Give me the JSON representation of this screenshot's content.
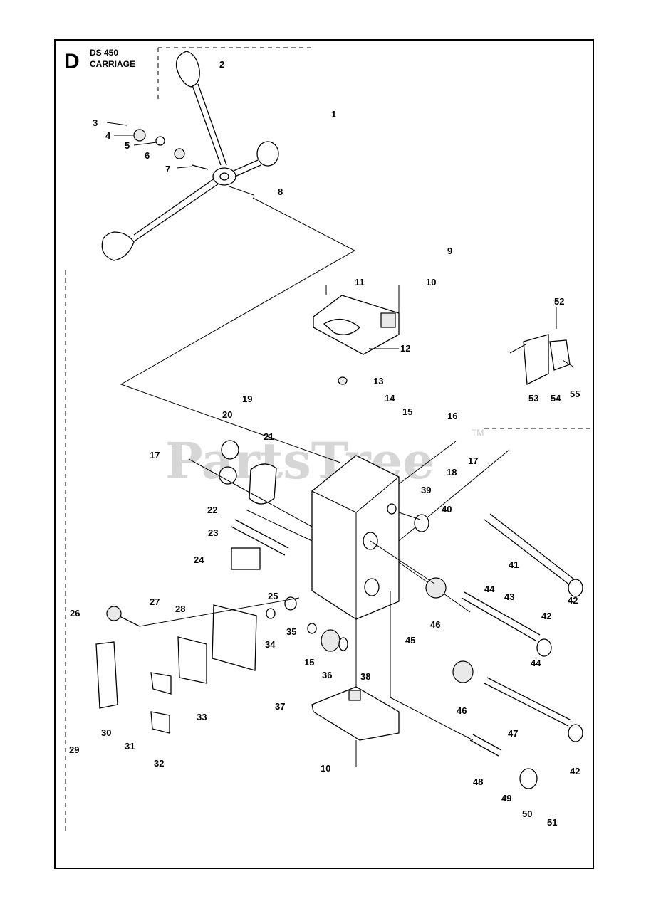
{
  "header": {
    "section_letter": "D",
    "model": "DS 450",
    "assembly": "CARRIAGE"
  },
  "watermark": {
    "text": "PartsTree",
    "tm": "TM"
  },
  "callouts": [
    "1",
    "2",
    "3",
    "4",
    "5",
    "6",
    "7",
    "8",
    "9",
    "10",
    "11",
    "12",
    "13",
    "14",
    "15",
    "16",
    "17",
    "18",
    "19",
    "20",
    "21",
    "22",
    "23",
    "24",
    "25",
    "26",
    "27",
    "28",
    "29",
    "30",
    "31",
    "32",
    "33",
    "34",
    "35",
    "36",
    "37",
    "38",
    "39",
    "40",
    "41",
    "42",
    "43",
    "44",
    "45",
    "46",
    "47",
    "48",
    "49",
    "50",
    "51",
    "52",
    "53",
    "54",
    "55",
    "10",
    "15",
    "17",
    "42",
    "42",
    "44",
    "46"
  ]
}
